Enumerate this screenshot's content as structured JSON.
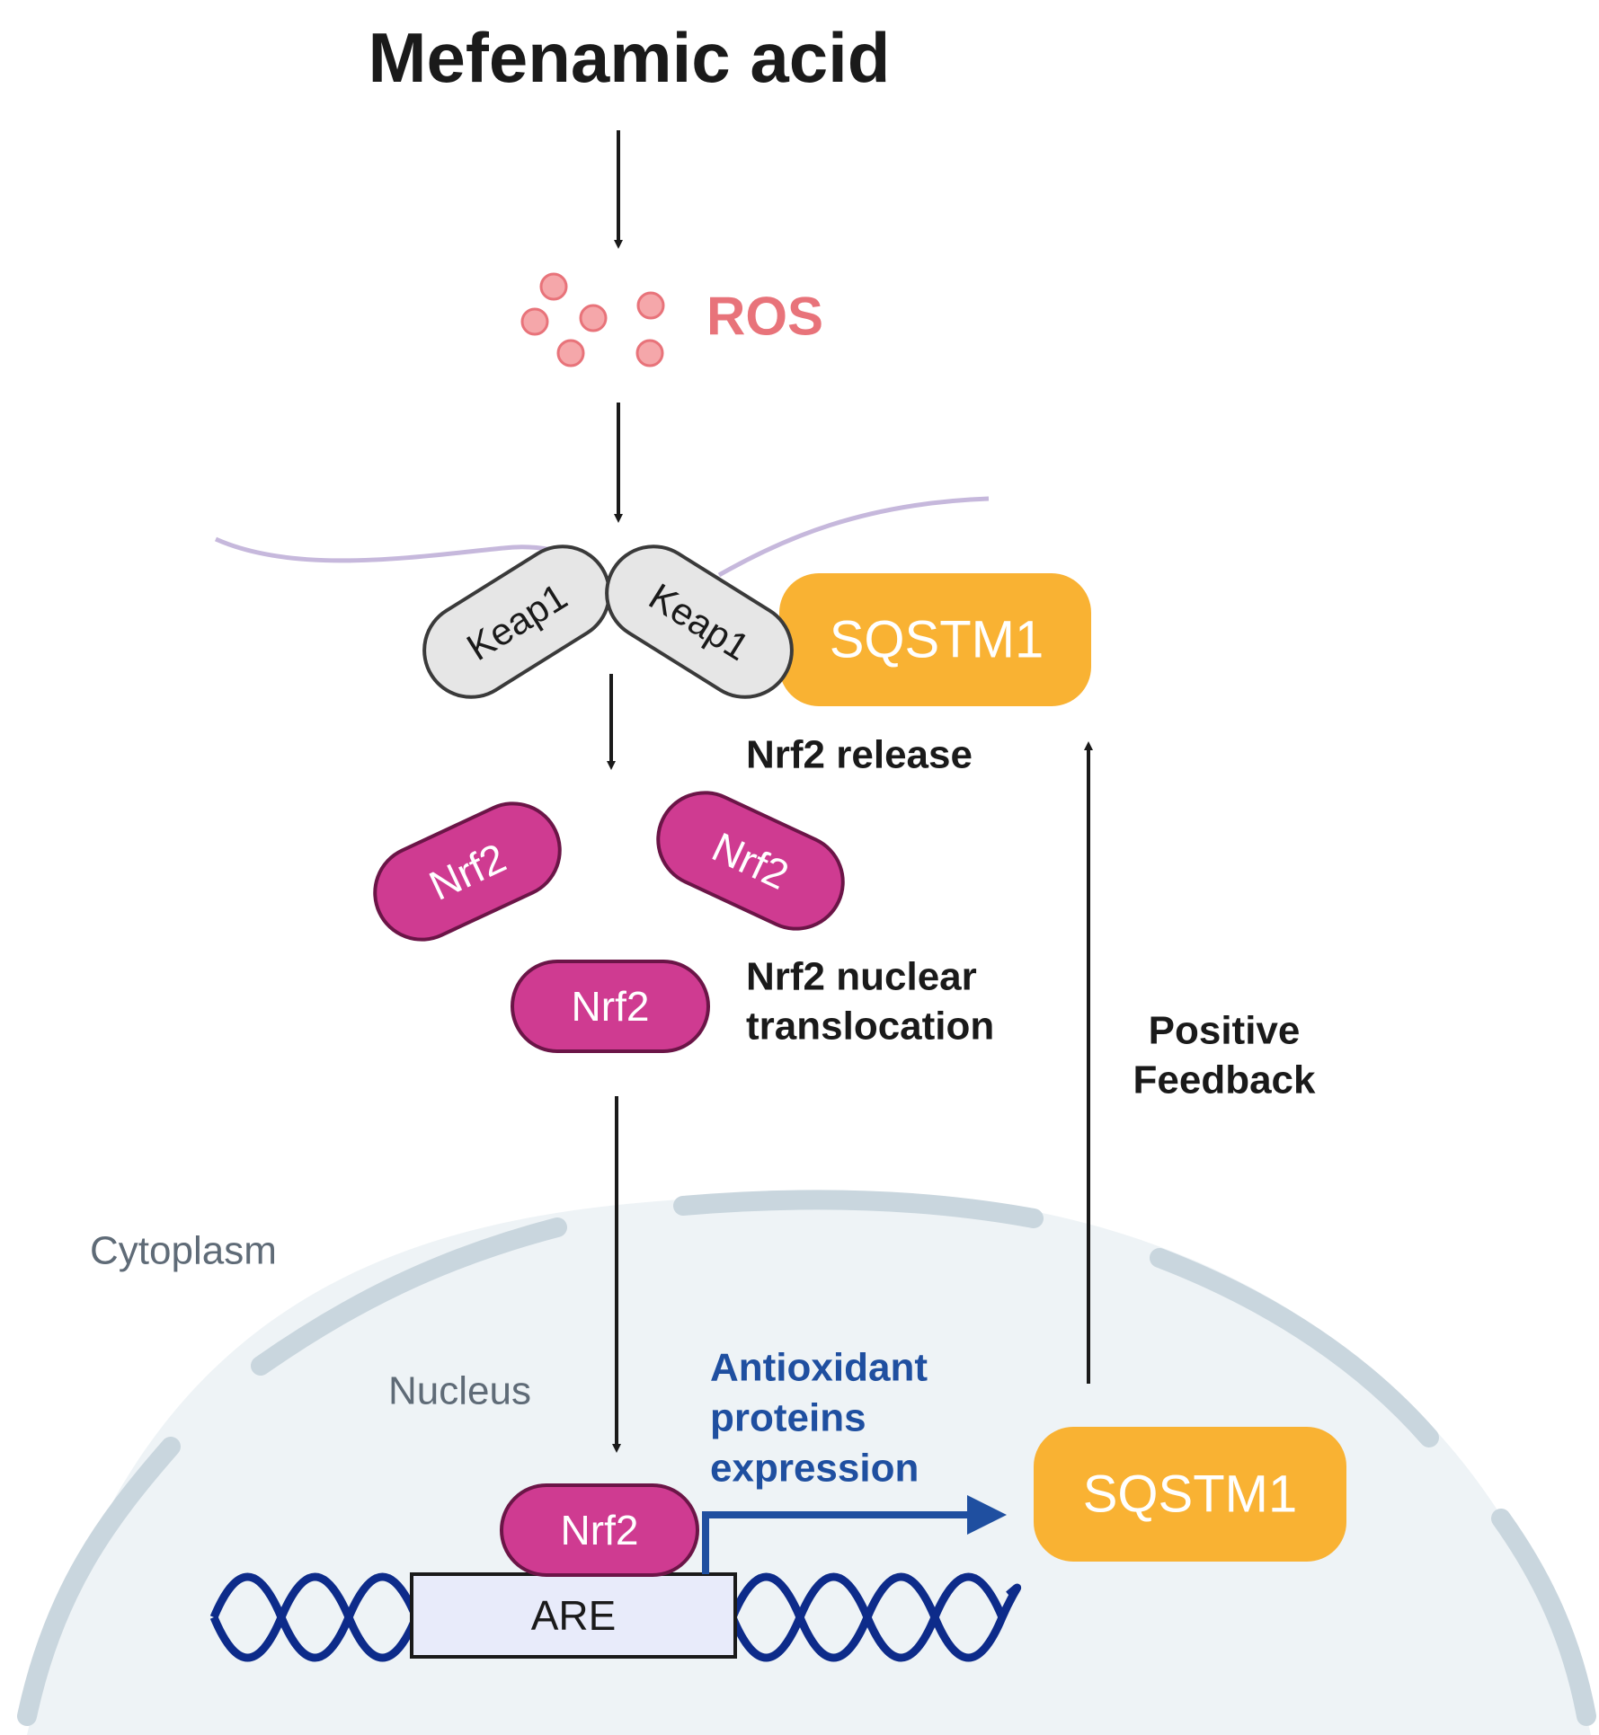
{
  "title": "Mefenamic acid",
  "ros": {
    "label": "ROS",
    "color": "#e8737a"
  },
  "keap1": {
    "left_label": "Keap1",
    "right_label": "Keap1",
    "fill": "#e6e6e6"
  },
  "sqstm1": {
    "top_label": "SQSTM1",
    "bottom_label": "SQSTM1",
    "fill": "#f9b233"
  },
  "nrf2": {
    "pill_labels": [
      "Nrf2",
      "Nrf2",
      "Nrf2",
      "Nrf2"
    ],
    "fill": "#cf3b91"
  },
  "annotations": {
    "release": "Nrf2 release",
    "translocation_line1": "Nrf2 nuclear",
    "translocation_line2": "translocation",
    "feedback_line1": "Positive",
    "feedback_line2": "Feedback",
    "expression_line1": "Antioxidant",
    "expression_line2": "proteins",
    "expression_line3": "expression"
  },
  "compartments": {
    "cytoplasm": "Cytoplasm",
    "nucleus": "Nucleus"
  },
  "dna": {
    "are_label": "ARE",
    "color": "#0d2b8a"
  },
  "colors": {
    "expression_text": "#1f4fa0",
    "compartment_text": "#5f6b77",
    "membrane": "#c9d6de",
    "nucleus_fill": "#eef3f6"
  }
}
